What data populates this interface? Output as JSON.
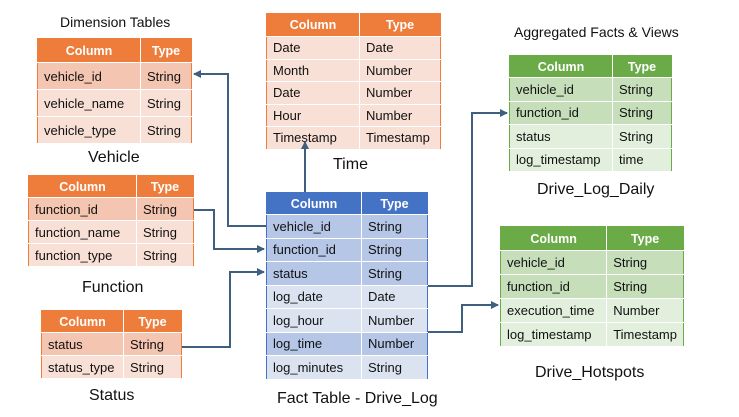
{
  "headings": {
    "dimension_tables": "Dimension Tables",
    "aggregated": "Aggregated  Facts & Views"
  },
  "captions": {
    "vehicle": "Vehicle",
    "function": "Function",
    "status": "Status",
    "time": "Time",
    "fact": "Fact Table - Drive_Log",
    "drive_log_daily": "Drive_Log_Daily",
    "drive_hotspots": "Drive_Hotspots"
  },
  "header": {
    "column": "Column",
    "type": "Type"
  },
  "tables": {
    "vehicle": [
      [
        "vehicle_id",
        "String"
      ],
      [
        "vehicle_name",
        "String"
      ],
      [
        "vehicle_type",
        "String"
      ]
    ],
    "function": [
      [
        "function_id",
        "String"
      ],
      [
        "function_name",
        "String"
      ],
      [
        "function_type",
        "String"
      ]
    ],
    "status": [
      [
        "status",
        "String"
      ],
      [
        "status_type",
        "String"
      ]
    ],
    "time": [
      [
        "Date",
        "Date"
      ],
      [
        "Month",
        "Number"
      ],
      [
        "Date",
        "Number"
      ],
      [
        "Hour",
        "Number"
      ],
      [
        "Timestamp",
        "Timestamp"
      ]
    ],
    "fact": [
      [
        "vehicle_id",
        "String"
      ],
      [
        "function_id",
        "String"
      ],
      [
        "status",
        "String"
      ],
      [
        "log_date",
        "Date"
      ],
      [
        "log_hour",
        "Number"
      ],
      [
        "log_time",
        "Number"
      ],
      [
        "log_minutes",
        "String"
      ]
    ],
    "drive_log_daily": [
      [
        "vehicle_id",
        "String"
      ],
      [
        "function_id",
        "String"
      ],
      [
        "status",
        "String"
      ],
      [
        "log_timestamp",
        "time"
      ]
    ],
    "drive_hotspots": [
      [
        "vehicle_id",
        "String"
      ],
      [
        "function_id",
        "String"
      ],
      [
        "execution_time",
        "Number"
      ],
      [
        "log_timestamp",
        "Timestamp"
      ]
    ]
  },
  "colors": {
    "orange": "#ee7d3c",
    "blue": "#4472c4",
    "green": "#6aab47",
    "connector": "#3f5f7f"
  }
}
